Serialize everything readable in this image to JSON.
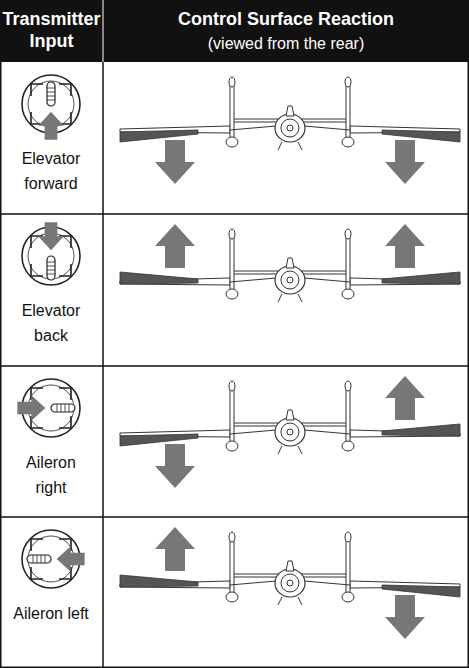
{
  "diagram": {
    "labels": [
      "Transmitter Input",
      "Control Surface Reaction",
      "(viewed from the rear)",
      "Elevator forward",
      "Elevator back",
      "Aileron right",
      "Aileron left"
    ]
  }
}
